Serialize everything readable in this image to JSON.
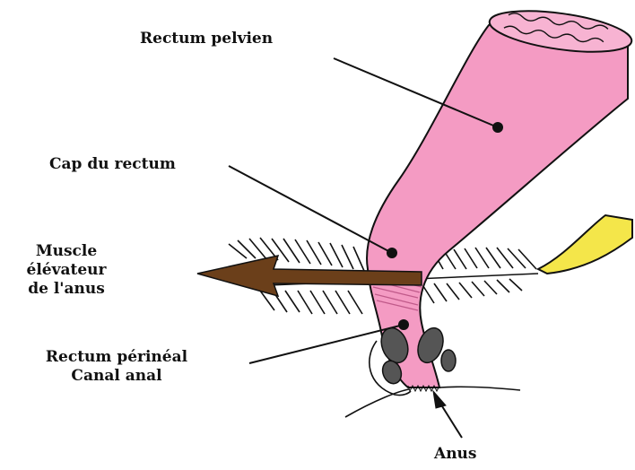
{
  "labels": {
    "rectum_pelvien": "Rectum pelvien",
    "cap_du_rectum": "Cap du rectum",
    "muscle_line1": "Muscle",
    "muscle_line2": "élévateur",
    "muscle_line3": "de l'anus",
    "rectum_perineal": "Rectum périnéal",
    "canal_anal": "Canal anal",
    "anus": "Anus"
  },
  "colors": {
    "rectum": "#f49bc3",
    "muscle_arrow": "#6b3f1a",
    "coccyx": "#f4e64a",
    "line": "#111111",
    "sphincter": "#555555"
  }
}
